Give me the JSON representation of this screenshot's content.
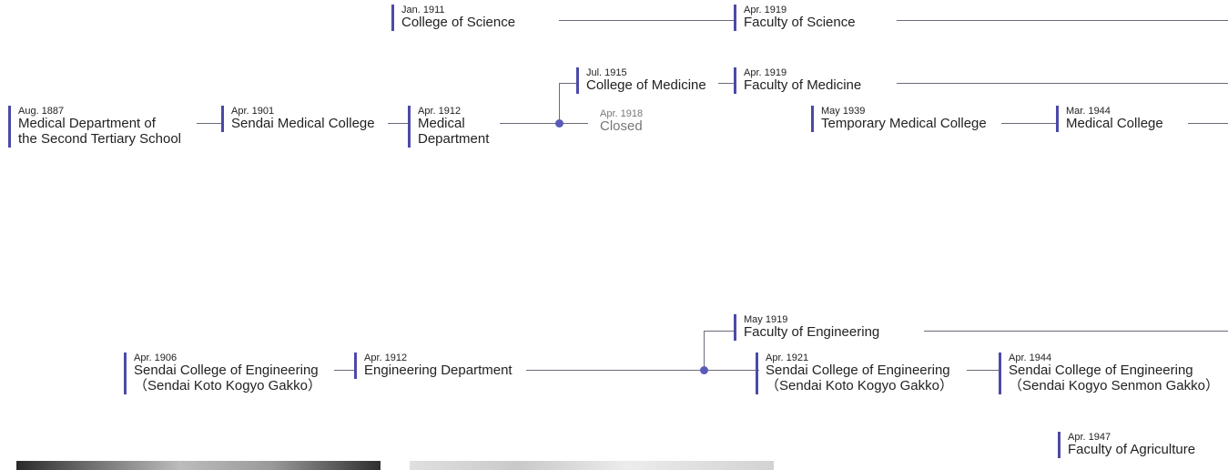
{
  "science": {
    "college": {
      "date": "Jan. 1911",
      "name": "College of Science"
    },
    "faculty": {
      "date": "Apr. 1919",
      "name": "Faculty of Science"
    }
  },
  "medicine": {
    "dept_second": {
      "date": "Aug. 1887",
      "name1": "Medical Department of",
      "name2": "the Second Tertiary School"
    },
    "sendai_college": {
      "date": "Apr. 1901",
      "name": "Sendai Medical College"
    },
    "medical_dept": {
      "date": "Apr. 1912",
      "name1": "Medical",
      "name2": "Department"
    },
    "college": {
      "date": "Jul. 1915",
      "name": "College of Medicine"
    },
    "closed": {
      "date": "Apr. 1918",
      "name": "Closed"
    },
    "faculty": {
      "date": "Apr. 1919",
      "name": "Faculty of Medicine"
    },
    "temporary": {
      "date": "May 1939",
      "name": "Temporary Medical College"
    },
    "medical_college": {
      "date": "Mar. 1944",
      "name": "Medical College"
    }
  },
  "engineering": {
    "college1906": {
      "date": "Apr. 1906",
      "name1": "Sendai College of Engineering",
      "name2": "（Sendai Koto Kogyo Gakko）"
    },
    "dept1912": {
      "date": "Apr. 1912",
      "name": "Engineering Department"
    },
    "faculty": {
      "date": "May 1919",
      "name": "Faculty of Engineering"
    },
    "college1921": {
      "date": "Apr. 1921",
      "name1": "Sendai College of Engineering",
      "name2": "（Sendai Koto Kogyo Gakko）"
    },
    "college1944": {
      "date": "Apr. 1944",
      "name1": "Sendai College of Engineering",
      "name2": "（Sendai Kogyo Senmon Gakko）"
    }
  },
  "agriculture": {
    "faculty": {
      "date": "Apr. 1947",
      "name": "Faculty of Agriculture"
    }
  }
}
